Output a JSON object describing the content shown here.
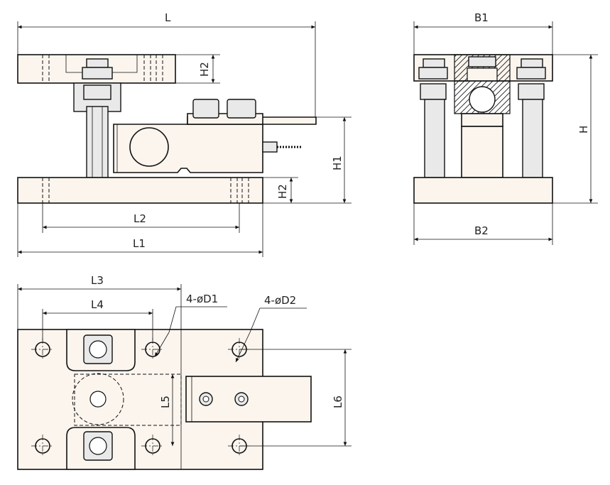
{
  "dimensions": {
    "L": "L",
    "H2": "H2",
    "H1": "H1",
    "L1": "L1",
    "L2": "L2",
    "B1": "B1",
    "B2": "B2",
    "H": "H",
    "L3": "L3",
    "L4": "L4",
    "L5": "L5",
    "L6": "L6",
    "D1": "4-øD1",
    "D2": "4-øD2"
  }
}
